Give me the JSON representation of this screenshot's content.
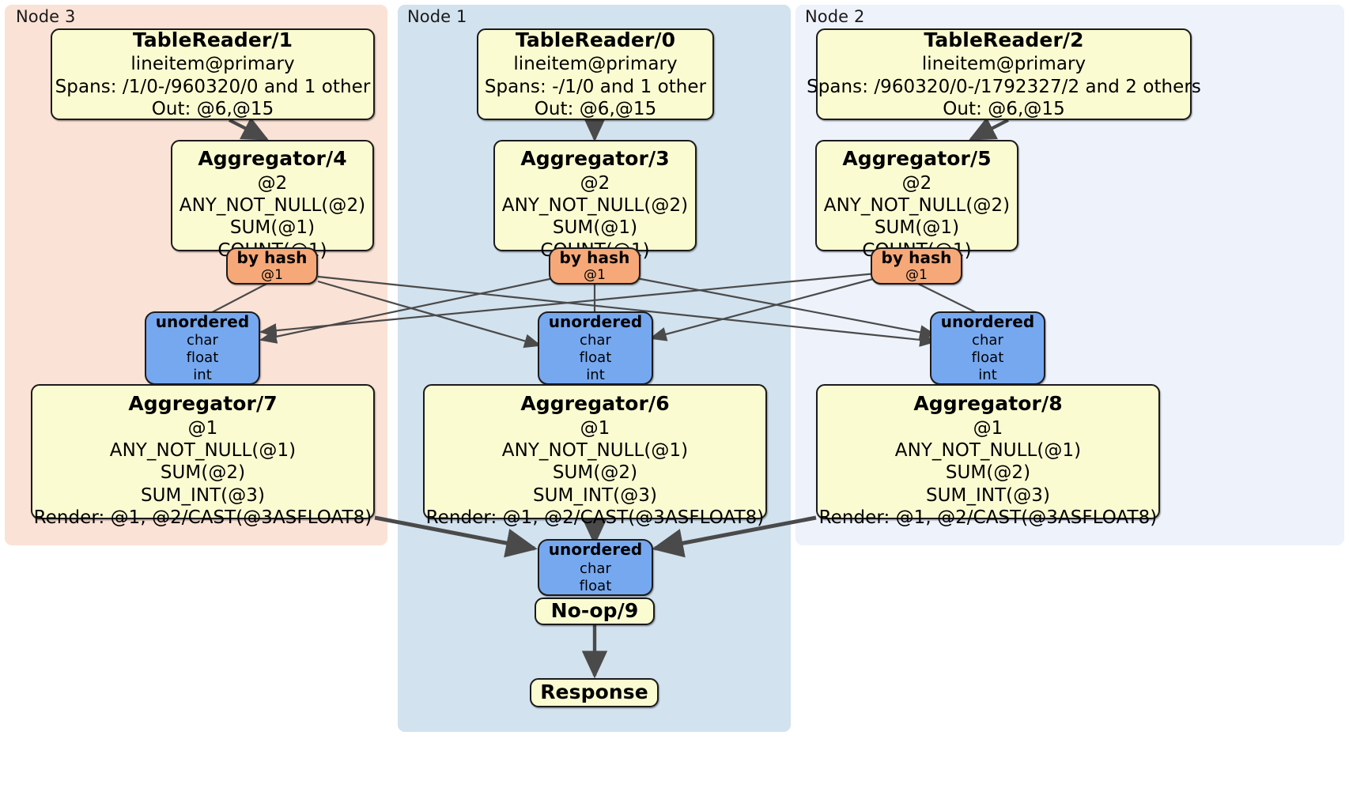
{
  "diagram": {
    "kind": "distributed-query-plan",
    "colors": {
      "node3_panel": "#fbe2d6",
      "node1_panel": "#d2e2ee",
      "node2_panel": "#eef2fb",
      "processor_fill": "#fbfbd2",
      "hash_router_fill": "#f6a878",
      "unordered_router_fill": "#76a8f0",
      "stroke": "#1b1b1b",
      "edge_thin": "#4a4a4a",
      "edge_thick": "#4a4a4a"
    }
  },
  "panels": [
    {
      "id": "node3",
      "label": "Node 3"
    },
    {
      "id": "node1",
      "label": "Node 1"
    },
    {
      "id": "node2",
      "label": "Node 2"
    }
  ],
  "processors": {
    "table_reader_1": {
      "title": "TableReader/1",
      "lines": [
        "lineitem@primary",
        "Spans: /1/0-/960320/0 and 1 other",
        "Out: @6,@15"
      ]
    },
    "table_reader_0": {
      "title": "TableReader/0",
      "lines": [
        "lineitem@primary",
        "Spans: -/1/0 and 1 other",
        "Out: @6,@15"
      ]
    },
    "table_reader_2": {
      "title": "TableReader/2",
      "lines": [
        "lineitem@primary",
        "Spans: /960320/0-/1792327/2 and 2 others",
        "Out: @6,@15"
      ]
    },
    "aggregator_4": {
      "title": "Aggregator/4",
      "lines": [
        "@2",
        "ANY_NOT_NULL(@2)",
        "SUM(@1)",
        "COUNT(@1)"
      ]
    },
    "aggregator_3": {
      "title": "Aggregator/3",
      "lines": [
        "@2",
        "ANY_NOT_NULL(@2)",
        "SUM(@1)",
        "COUNT(@1)"
      ]
    },
    "aggregator_5": {
      "title": "Aggregator/5",
      "lines": [
        "@2",
        "ANY_NOT_NULL(@2)",
        "SUM(@1)",
        "COUNT(@1)"
      ]
    },
    "aggregator_7": {
      "title": "Aggregator/7",
      "lines": [
        "@1",
        "ANY_NOT_NULL(@1)",
        "SUM(@2)",
        "SUM_INT(@3)",
        "Render: @1, @2/CAST(@3ASFLOAT8)"
      ]
    },
    "aggregator_6": {
      "title": "Aggregator/6",
      "lines": [
        "@1",
        "ANY_NOT_NULL(@1)",
        "SUM(@2)",
        "SUM_INT(@3)",
        "Render: @1, @2/CAST(@3ASFLOAT8)"
      ]
    },
    "aggregator_8": {
      "title": "Aggregator/8",
      "lines": [
        "@1",
        "ANY_NOT_NULL(@1)",
        "SUM(@2)",
        "SUM_INT(@3)",
        "Render: @1, @2/CAST(@3ASFLOAT8)"
      ]
    },
    "noop_9": {
      "title": "No-op/9",
      "lines": []
    },
    "response": {
      "title": "Response",
      "lines": []
    }
  },
  "routers": {
    "hash_left": {
      "title": "by hash",
      "lines": [
        "@1"
      ]
    },
    "hash_center": {
      "title": "by hash",
      "lines": [
        "@1"
      ]
    },
    "hash_right": {
      "title": "by hash",
      "lines": [
        "@1"
      ]
    },
    "unordered_left": {
      "title": "unordered",
      "lines": [
        "char",
        "float",
        "int"
      ]
    },
    "unordered_center": {
      "title": "unordered",
      "lines": [
        "char",
        "float",
        "int"
      ]
    },
    "unordered_right": {
      "title": "unordered",
      "lines": [
        "char",
        "float",
        "int"
      ]
    },
    "unordered_final": {
      "title": "unordered",
      "lines": [
        "char",
        "float"
      ]
    }
  }
}
